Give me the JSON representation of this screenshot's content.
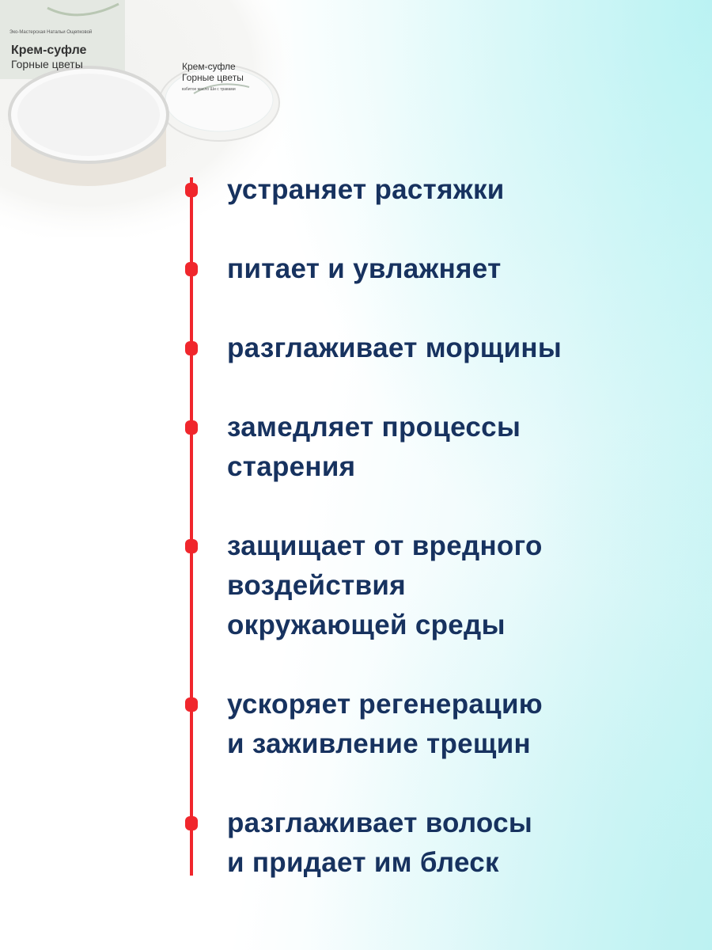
{
  "product": {
    "brand": "Эко-Мастерская Натальи Ощепковой",
    "name_line1": "Крем-суфле",
    "name_line2": "Горные цветы",
    "subtitle": "взбитое масло Ши с травами"
  },
  "accent_color": "#f0262c",
  "text_color": "#17325f",
  "benefits": [
    {
      "lines": [
        "устраняет растяжки"
      ]
    },
    {
      "lines": [
        "питает и увлажняет"
      ]
    },
    {
      "lines": [
        "разглаживает морщины"
      ]
    },
    {
      "lines": [
        "замедляет процессы",
        "старения"
      ]
    },
    {
      "lines": [
        "защищает от вредного",
        "воздействия",
        "окружающей среды"
      ]
    },
    {
      "lines": [
        "ускоряет регенерацию",
        "и заживление трещин"
      ]
    },
    {
      "lines": [
        "разглаживает волосы",
        "и придает им блеск"
      ]
    }
  ]
}
